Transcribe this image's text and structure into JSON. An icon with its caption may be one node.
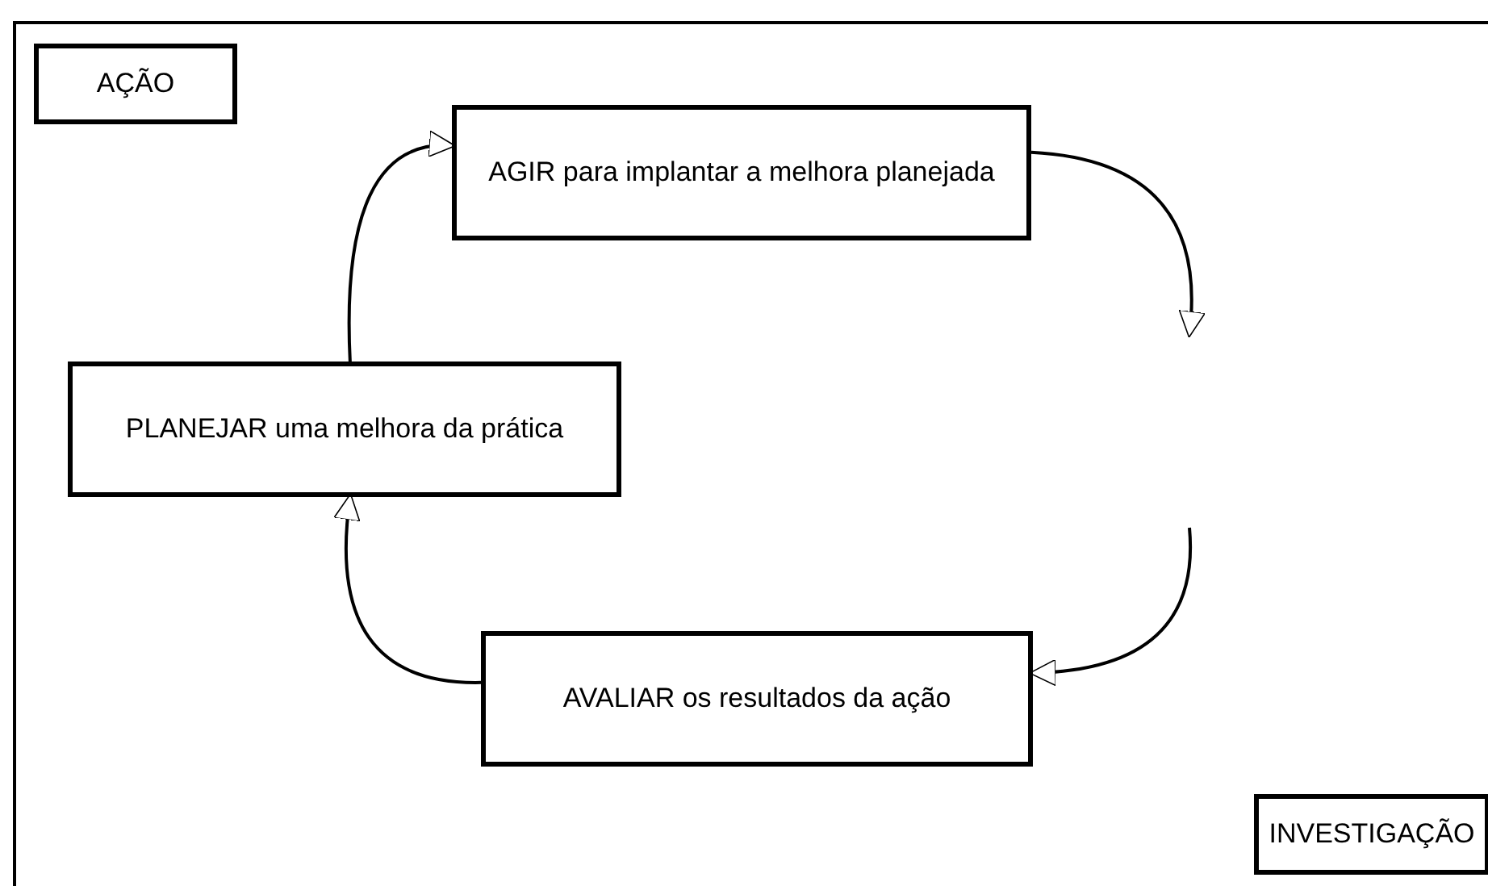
{
  "diagram": {
    "nodes": [
      {
        "text": [],
        "shape": "box"
      },
      {
        "text": [
          "AÇÃO"
        ],
        "in": 0
      },
      {
        "text": [
          "AGIR para implantar a melhora planejada"
        ],
        "in": 0
      },
      {
        "text": [
          "PLANEJAR uma melhora da prática"
        ],
        "in": 0
      },
      {
        "text": [
          "AVALIAR os resultados da ação"
        ],
        "in": 0
      },
      {
        "text": [
          "INVESTIGAÇÃO"
        ],
        "in": 0
      }
    ],
    "edges": [
      {
        "from": 2,
        "to": null,
        "arrow": "to"
      },
      {
        "from": null,
        "to": 4,
        "arrow": "to"
      },
      {
        "from": 4,
        "to": 3,
        "arrow": "to"
      },
      {
        "from": 3,
        "to": 2,
        "arrow": "to"
      }
    ]
  }
}
